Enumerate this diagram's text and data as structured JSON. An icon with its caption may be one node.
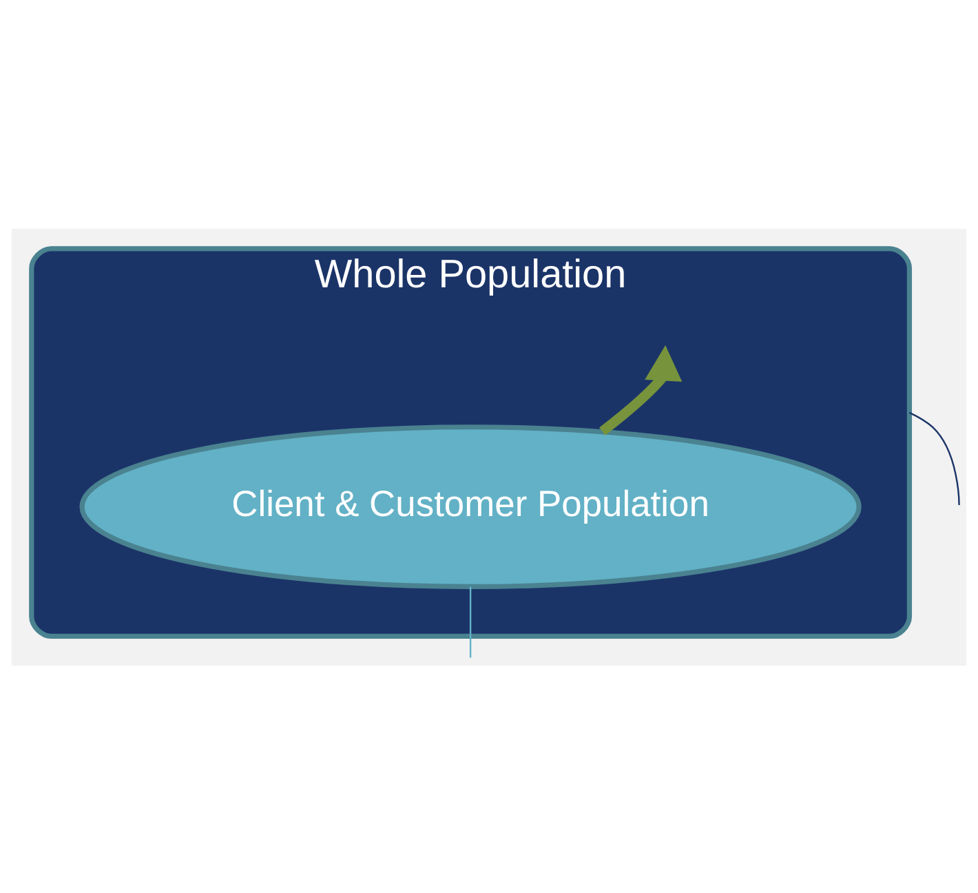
{
  "diagram": {
    "nodes": [
      {
        "text": [
          "Whole Population"
        ]
      },
      {
        "text": [
          "Client & Customer Population"
        ],
        "in": 0
      }
    ],
    "edges": [
      {
        "from": 1,
        "to": 0,
        "arrow": "to",
        "style": "thick",
        "color": "#77933c"
      },
      {
        "from": 0,
        "to": null,
        "arrow": "none",
        "color": "#1b3468"
      },
      {
        "from": 1,
        "to": null,
        "arrow": "none",
        "color": "#62b1c6"
      }
    ]
  }
}
